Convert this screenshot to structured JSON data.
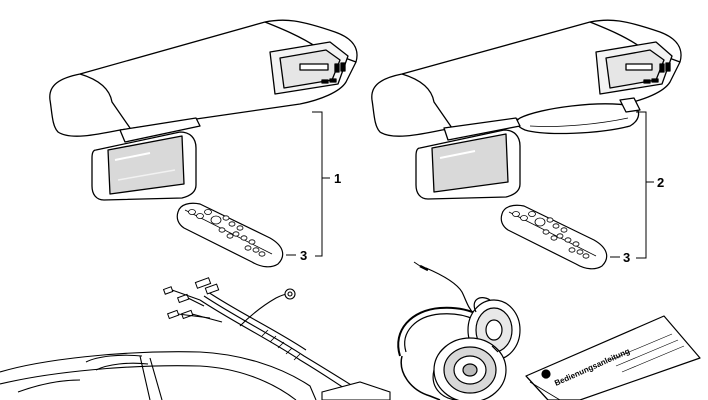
{
  "labels": {
    "callout_1": "1",
    "callout_2": "2",
    "callout_3_left": "3",
    "callout_3_right": "3"
  },
  "manual": {
    "title": "Bedienungsanleitung"
  },
  "colors": {
    "stroke": "#000000",
    "fill": "#ffffff",
    "shade": "#dcdcdc"
  }
}
